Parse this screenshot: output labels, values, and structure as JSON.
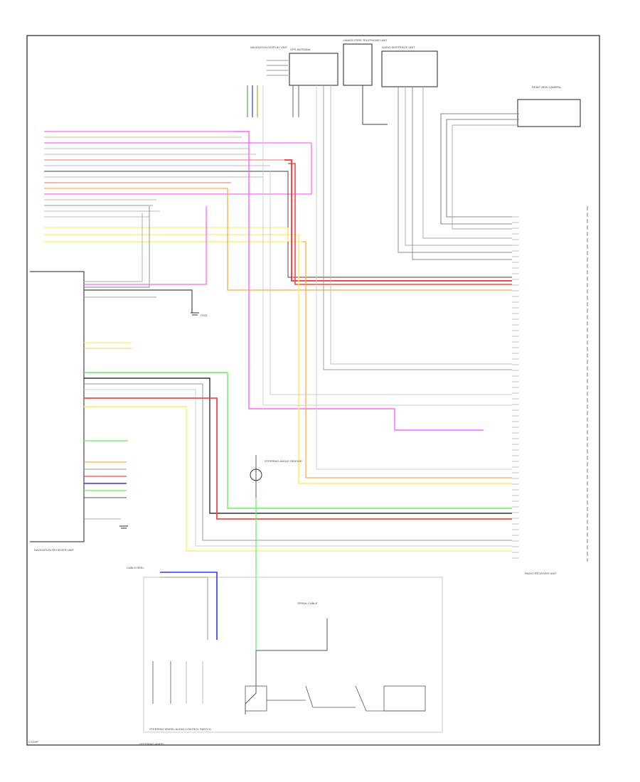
{
  "diagram": {
    "footer_code": "CTGHP",
    "labels": {
      "nav_unit": "NAVIGATION RECEIVER UNIT",
      "audio_unit": "RADIO RECEIVER UNIT",
      "steering_switch": "STEERING WHEEL AUDIO CONTROL SWITCH",
      "steering_sub": "STEERING WHEEL",
      "top_left_comp": "NAVIGATION DISPLAY UNIT",
      "top_mid_comp": "GPS ANTENNA",
      "top_right_comp1": "HANDS FREE TELEPHONE UNIT",
      "top_right_comp2": "AUDIO INTERFACE UNIT",
      "right_comp": "REAR VIEW CAMERA",
      "center_comp": "STEERING ANGLE SENSOR",
      "bottom_mid": "CABLE REEL",
      "cable_reel": "SPIRAL CABLE",
      "ground": "G101"
    },
    "colors": {
      "pink": "#ff66ff",
      "red": "#ff4444",
      "orange": "#ffaa44",
      "yellow": "#ffee66",
      "green": "#66ee66",
      "blue": "#3333ff",
      "gray": "#999999",
      "black": "#222222"
    }
  }
}
